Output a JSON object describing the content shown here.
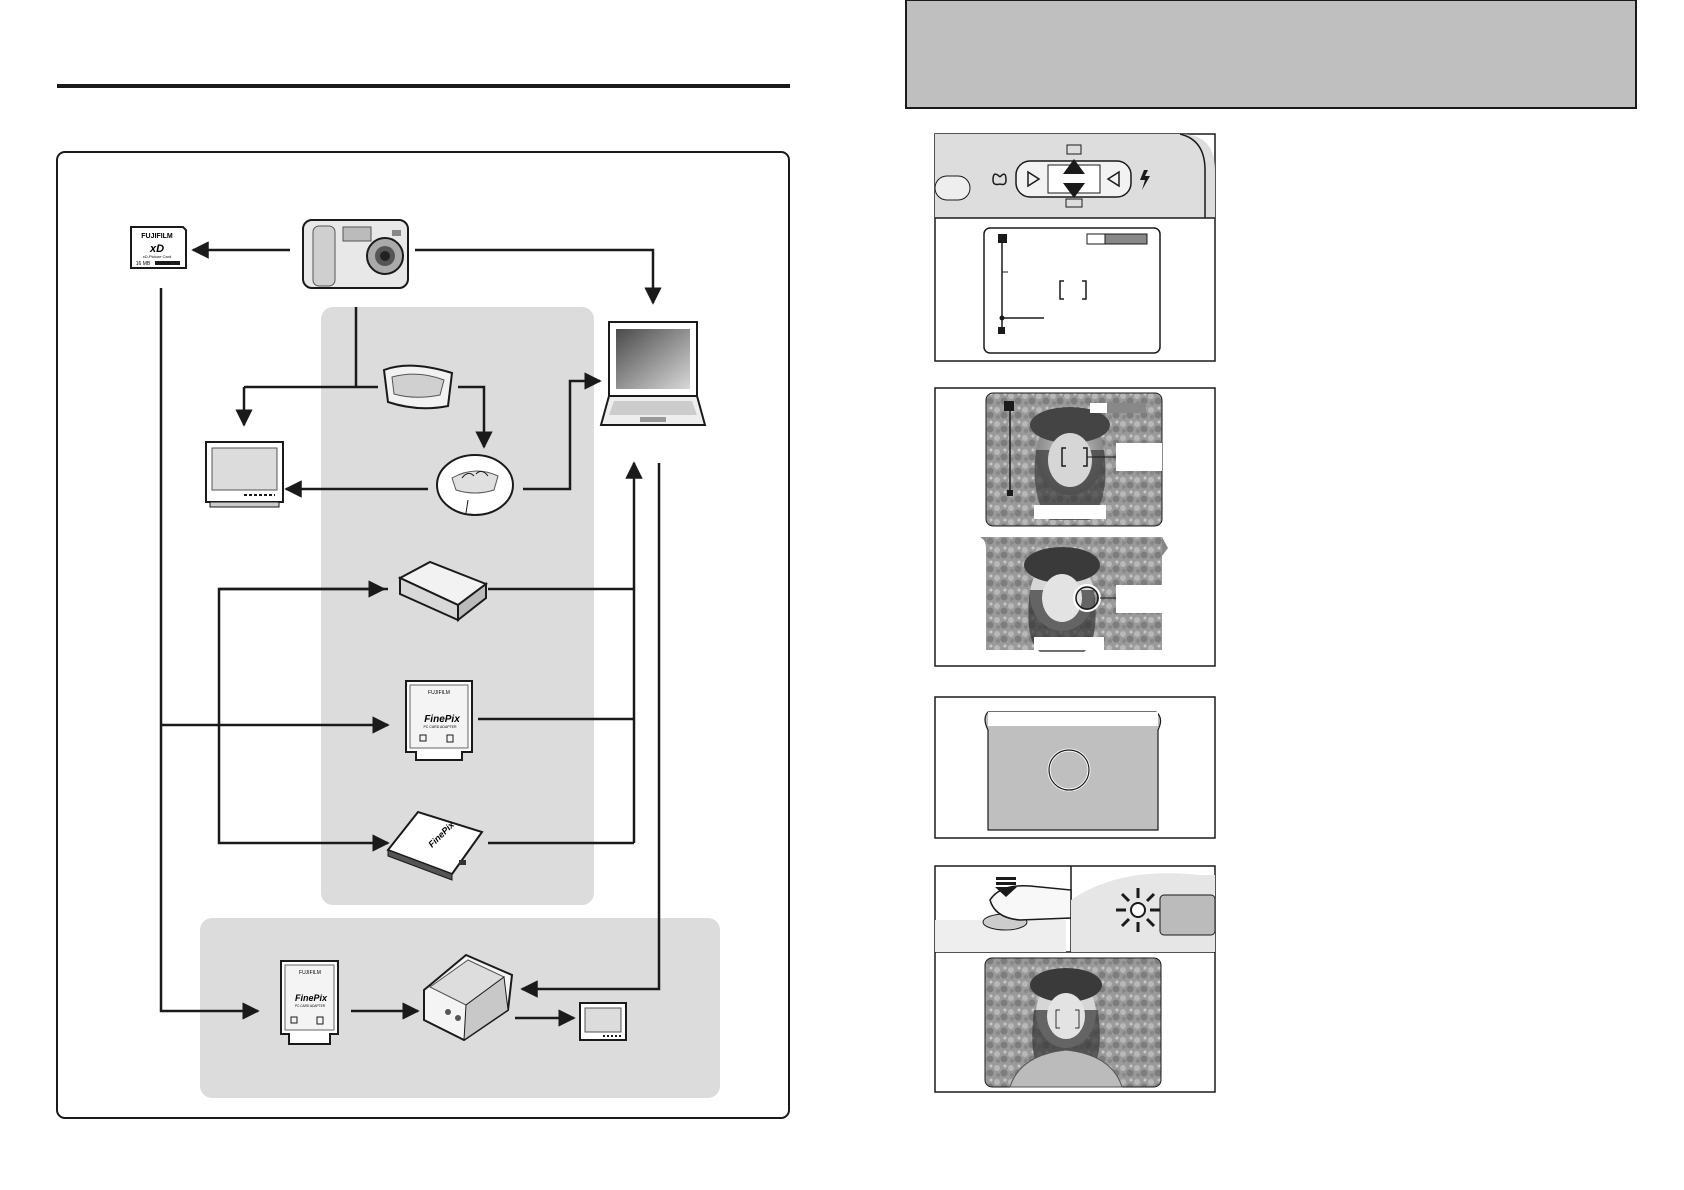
{
  "left_page": {
    "system_diagram": {
      "devices": [
        {
          "name": "xD-Picture Card",
          "logo": "FUJIFILM",
          "card_mark": "xD",
          "card_caption": "xD-Picture Card",
          "capacity": "16 MB"
        },
        {
          "name": "Digital camera"
        },
        {
          "name": "Personal computer"
        },
        {
          "name": "Cradle"
        },
        {
          "name": "TV monitor"
        },
        {
          "name": "Picture Cradle"
        },
        {
          "name": "Image Memory Card Reader"
        },
        {
          "name": "PC Card Adapter",
          "maker": "FUJIFILM",
          "product": "FinePix",
          "subtitle": "PC CARD ADAPTER"
        },
        {
          "name": "CompactFlash Card Adapter",
          "product": "FinePix"
        },
        {
          "name": "PC Card Adapter (printer)",
          "maker": "FUJIFILM",
          "product": "FinePix",
          "subtitle": "PC CARD ADAPTER"
        },
        {
          "name": "Digital Photo Printer"
        },
        {
          "name": "TV monitor (printer)"
        }
      ]
    }
  },
  "right_page": {
    "figures": [
      {
        "name": "zoom-control-and-lcd"
      },
      {
        "name": "framing-subject"
      },
      {
        "name": "focus-circle"
      },
      {
        "name": "half-press-shutter"
      }
    ]
  },
  "colors": {
    "header_band": "#bfbfbf",
    "shaded_area": "#dcdcdc",
    "line": "#1a1a1a"
  }
}
